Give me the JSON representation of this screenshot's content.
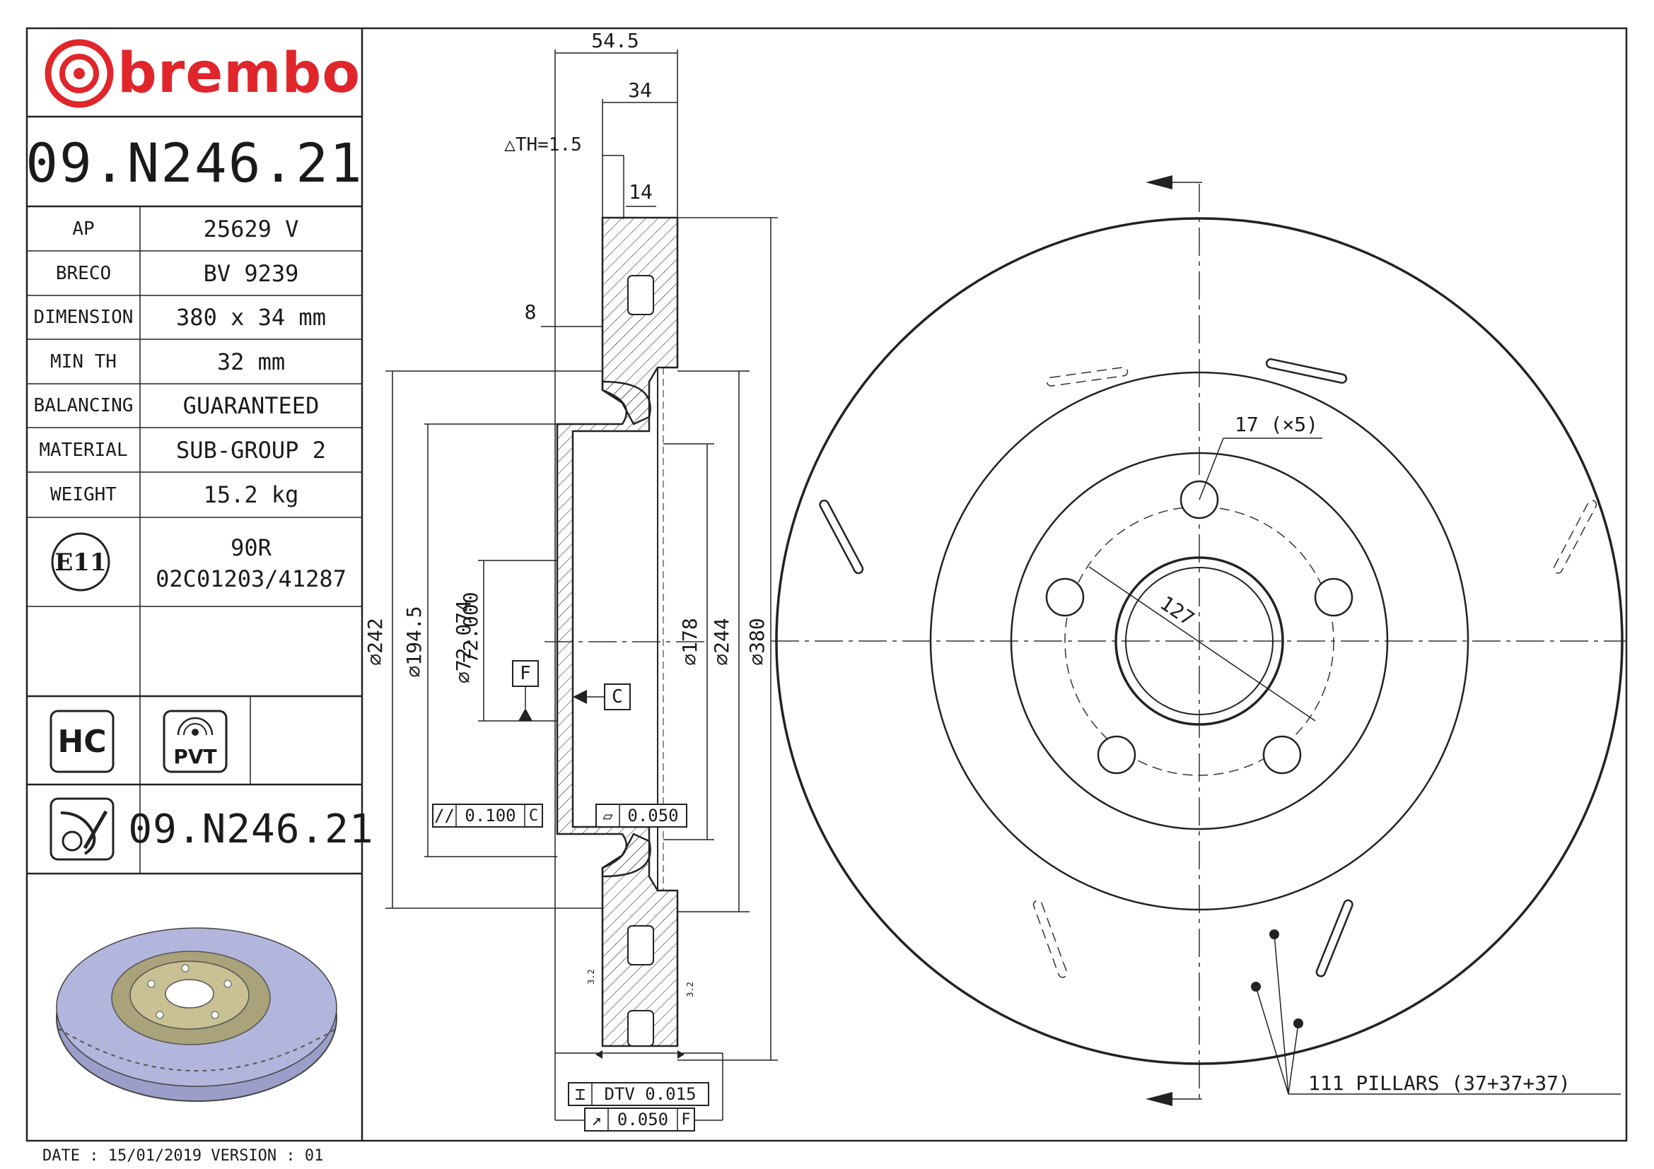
{
  "brand": {
    "name": "brembo",
    "color": "#e0262b"
  },
  "part_number": "09.N246.21",
  "specs": [
    {
      "label": "AP",
      "value": "25629 V"
    },
    {
      "label": "BRECO",
      "value": "BV 9239"
    },
    {
      "label": "DIMENSION",
      "value": "380 x 34 mm"
    },
    {
      "label": "MIN TH",
      "value": "32 mm"
    },
    {
      "label": "BALANCING",
      "value": "GUARANTEED"
    },
    {
      "label": "MATERIAL",
      "value": "SUB-GROUP 2"
    },
    {
      "label": "WEIGHT",
      "value": "15.2 kg"
    }
  ],
  "approval": {
    "mark": "E11",
    "line1": "90R",
    "line2": "02C01203/41287"
  },
  "badges": {
    "hc": "HC",
    "pvt": "PVT",
    "pvt_icon": "pvt-disc-icon"
  },
  "bottom_part_number": "09.N246.21",
  "footer": "DATE : 15/01/2019 VERSION : 01",
  "section_dims": {
    "d_54_5": "54.5",
    "d_34": "34",
    "d_th": "△TH=1.5",
    "d_14": "14",
    "d_8": "8",
    "dia_242": "⌀242",
    "dia_194_5": "⌀194.5",
    "dia_72_074": "⌀72.074",
    "dia_72_000": "72.000",
    "dia_178": "⌀178",
    "dia_244": "⌀244",
    "dia_380": "⌀380",
    "datum_f": "F",
    "datum_c": "C",
    "tol_parallel": "0.100",
    "tol_parallel_ref": "C",
    "tol_flat": "0.050",
    "tol_dtv": "DTV 0.015",
    "tol_runout": "0.050",
    "tol_runout_ref": "F",
    "rough_1": "3.2",
    "rough_2": "3.2"
  },
  "front_view": {
    "bolt_holes": "17 (×5)",
    "pcd": "127",
    "pillars": "111 PILLARS (37+37+37)"
  }
}
